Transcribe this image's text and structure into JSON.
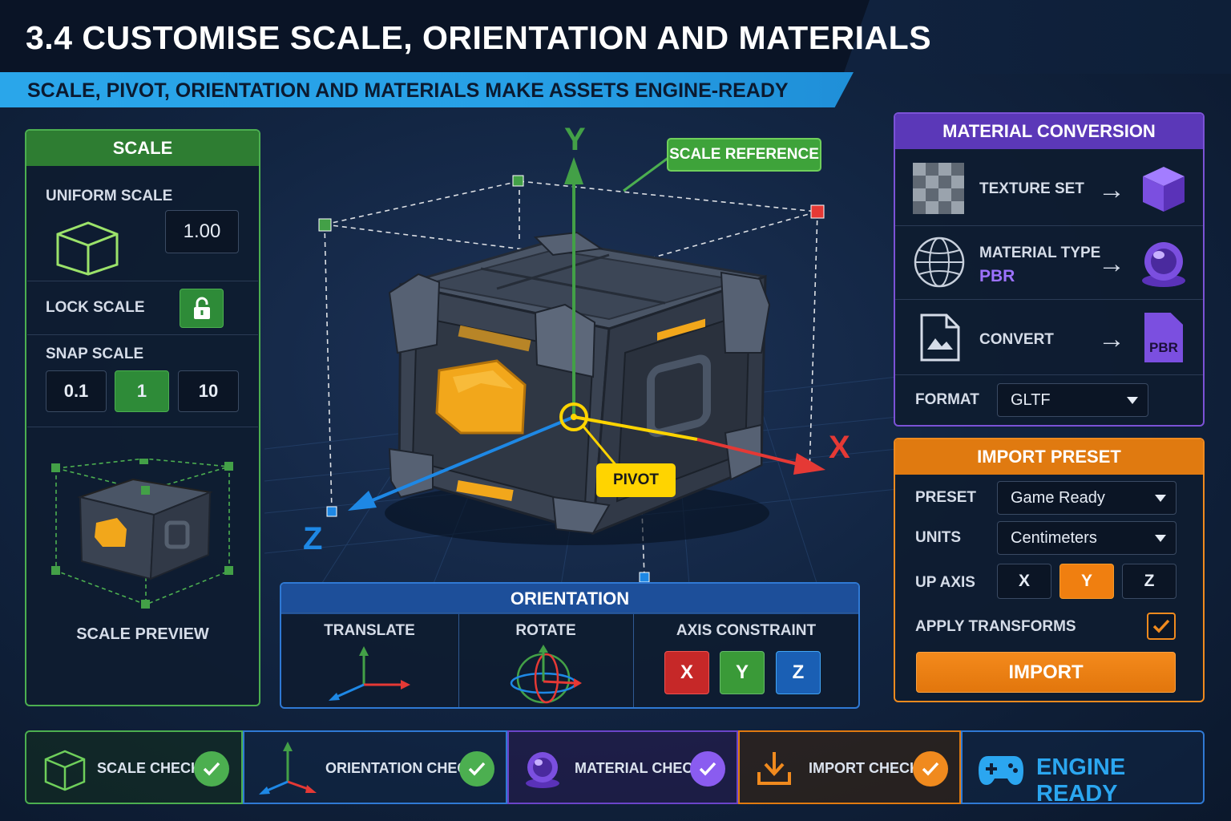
{
  "header": {
    "title": "3.4 CUSTOMISE SCALE, ORIENTATION AND MATERIALS",
    "subtitle": "SCALE, PIVOT, ORIENTATION AND MATERIALS MAKE ASSETS ENGINE-READY"
  },
  "scale_panel": {
    "title": "SCALE",
    "uniform_scale_label": "UNIFORM SCALE",
    "uniform_scale_value": "1.00",
    "lock_scale_label": "LOCK SCALE",
    "snap_scale_label": "SNAP SCALE",
    "snap_options": [
      "0.1",
      "1",
      "10"
    ],
    "snap_selected": "1",
    "preview_label": "SCALE PREVIEW"
  },
  "viewport": {
    "scale_reference_label": "SCALE REFERENCE",
    "pivot_label": "PIVOT",
    "axis_x": "X",
    "axis_y": "Y",
    "axis_z": "Z",
    "colors": {
      "x": "#e53935",
      "y": "#43a047",
      "z": "#1e88e5",
      "pivot": "#ffd400"
    }
  },
  "orientation_panel": {
    "title": "ORIENTATION",
    "translate_label": "TRANSLATE",
    "rotate_label": "ROTATE",
    "axis_constraint_label": "AXIS CONSTRAINT",
    "constraint_buttons": [
      "X",
      "Y",
      "Z"
    ]
  },
  "material_panel": {
    "title": "MATERIAL CONVERSION",
    "texture_set_label": "TEXTURE SET",
    "material_type_label": "MATERIAL TYPE",
    "material_type_value": "PBR",
    "convert_label": "CONVERT",
    "convert_file_badge": "PBR",
    "format_label": "FORMAT",
    "format_value": "GLTF"
  },
  "import_panel": {
    "title": "IMPORT PRESET",
    "preset_label": "PRESET",
    "preset_value": "Game Ready",
    "units_label": "UNITS",
    "units_value": "Centimeters",
    "up_axis_label": "UP AXIS",
    "up_axis_options": [
      "X",
      "Y",
      "Z"
    ],
    "up_axis_selected": "Y",
    "apply_transforms_label": "APPLY TRANSFORMS",
    "apply_transforms_checked": true,
    "import_button_label": "IMPORT"
  },
  "bottom_bar": {
    "checks": [
      {
        "label": "SCALE CHECK",
        "color": "#4caf50",
        "icon": "cube-outline-icon"
      },
      {
        "label": "ORIENTATION CHECK",
        "color": "#4caf50",
        "icon": "axis-gizmo-icon"
      },
      {
        "label": "MATERIAL CHECK",
        "color": "#8a5cf0",
        "icon": "material-sphere-icon"
      },
      {
        "label": "IMPORT CHECK",
        "color": "#f08a1e",
        "icon": "download-icon"
      }
    ],
    "engine_ready_label": "ENGINE READY",
    "engine_ready_icon": "gamepad-icon"
  }
}
